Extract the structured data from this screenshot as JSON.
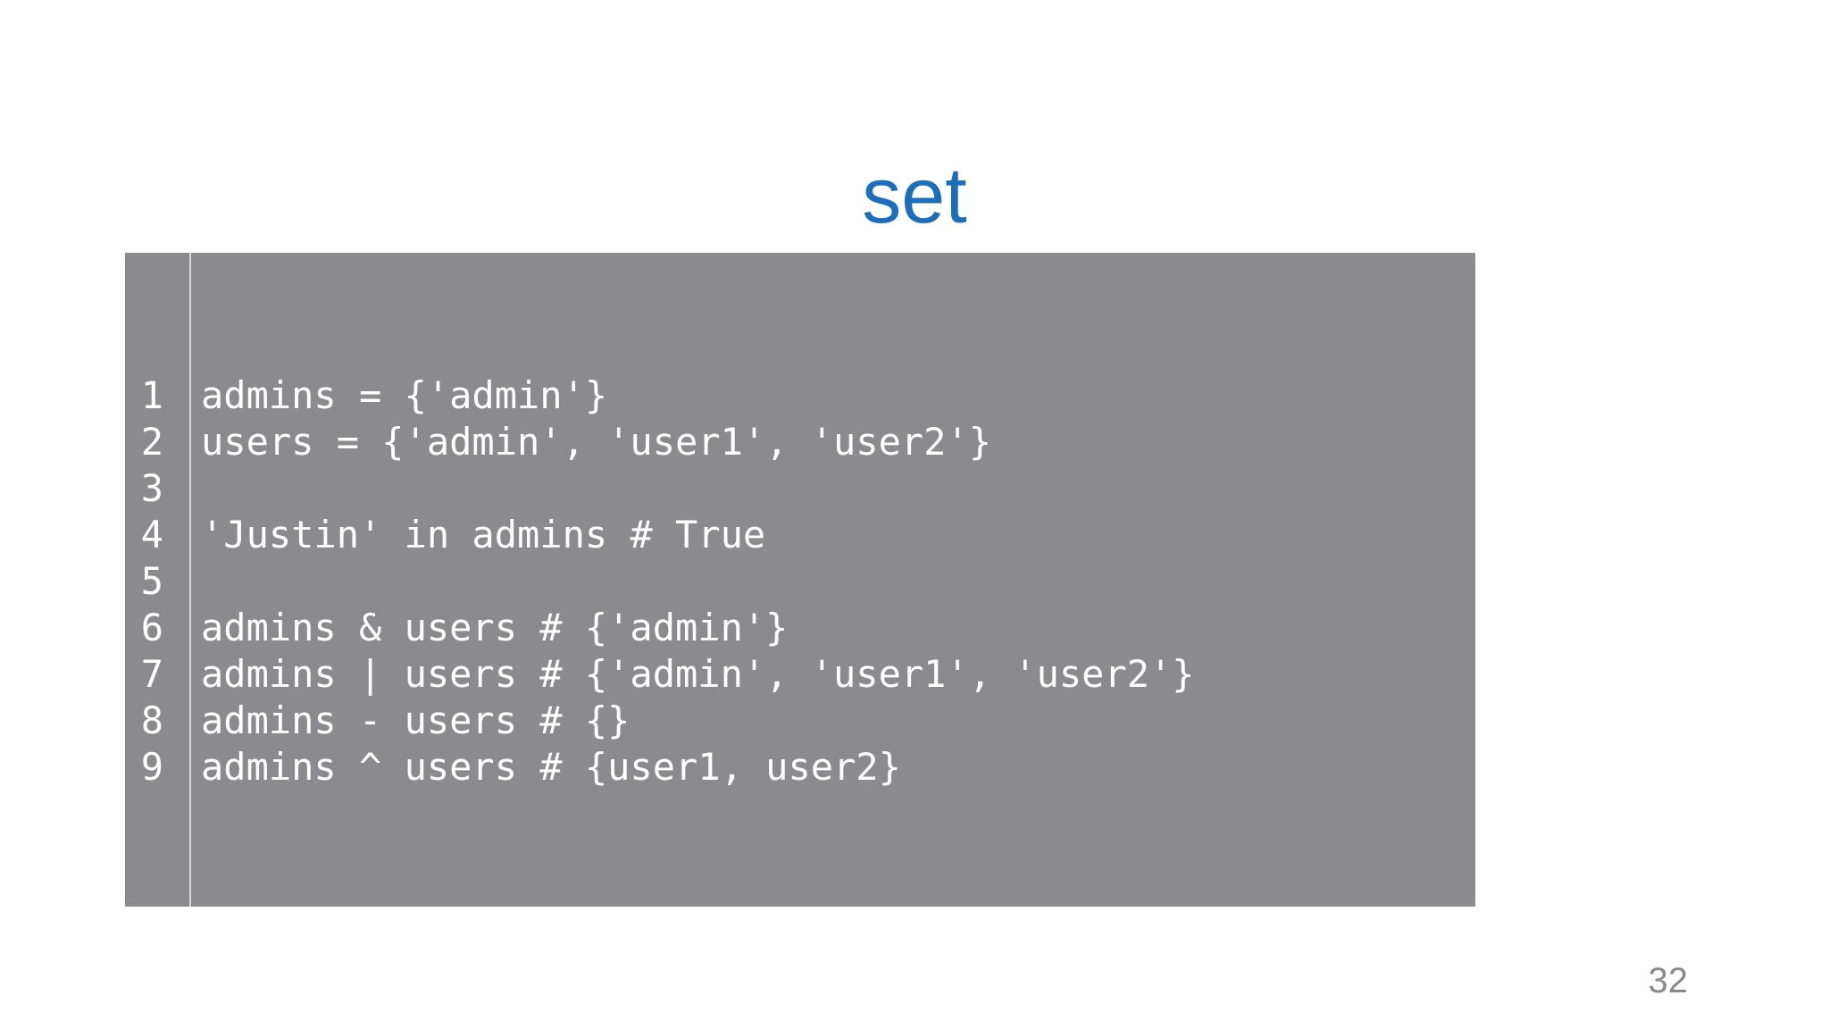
{
  "title": {
    "text": "set"
  },
  "code": {
    "lines": [
      {
        "num": "1",
        "text": "admins = {'admin'}"
      },
      {
        "num": "2",
        "text": "users = {'admin', 'user1', 'user2'}"
      },
      {
        "num": "3",
        "text": ""
      },
      {
        "num": "4",
        "text": "'Justin' in admins # True"
      },
      {
        "num": "5",
        "text": ""
      },
      {
        "num": "6",
        "text": "admins & users # {'admin'}"
      },
      {
        "num": "7",
        "text": "admins | users # {'admin', 'user1', 'user2'}"
      },
      {
        "num": "8",
        "text": "admins - users # {}"
      },
      {
        "num": "9",
        "text": "admins ^ users # {user1, user2}"
      }
    ]
  },
  "footer": {
    "page_number": "32"
  },
  "colors": {
    "background": "#ffffff",
    "title": "#1c6ebb",
    "code_background": "#8b8a8e",
    "code_text": "#ffffff",
    "gutter_separator": "#d9d9dd",
    "page_number": "#8a8a8e"
  }
}
